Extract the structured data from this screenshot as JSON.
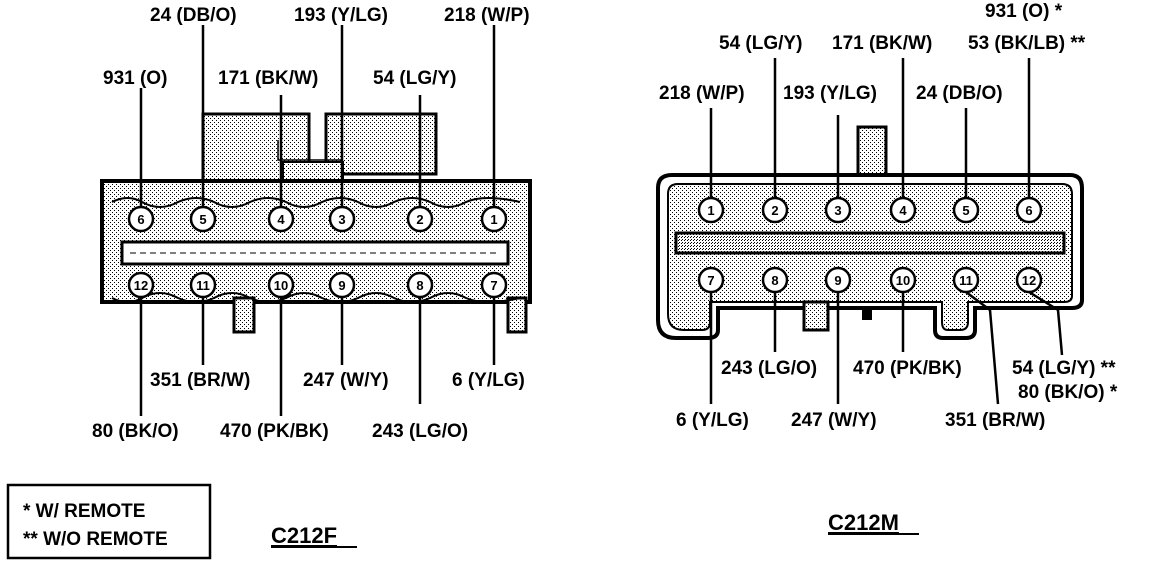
{
  "connectors": {
    "c212f": {
      "title": "C212F",
      "pins": [
        "6",
        "5",
        "4",
        "3",
        "2",
        "1",
        "12",
        "11",
        "10",
        "9",
        "8",
        "7"
      ],
      "labels": {
        "p1": "218 (W/P)",
        "p2": "54 (LG/Y)",
        "p3": "193 (Y/LG)",
        "p4": "171 (BK/W)",
        "p5": "24 (DB/O)",
        "p6": "931 (O)",
        "p7": "6 (Y/LG)",
        "p8": "243 (LG/O)",
        "p9": "247 (W/Y)",
        "p10": "470 (PK/BK)",
        "p11": "351 (BR/W)",
        "p12": "80 (BK/O)"
      }
    },
    "c212m": {
      "title": "C212M",
      "pins": [
        "1",
        "2",
        "3",
        "4",
        "5",
        "6",
        "7",
        "8",
        "9",
        "10",
        "11",
        "12"
      ],
      "labels": {
        "p1": "218 (W/P)",
        "p2": "54 (LG/Y)",
        "p3": "193 (Y/LG)",
        "p4": "171 (BK/W)",
        "p5": "24 (DB/O)",
        "p6a": "931 (O) *",
        "p6b": "53 (BK/LB) **",
        "p7": "6 (Y/LG)",
        "p8": "243 (LG/O)",
        "p9": "247 (W/Y)",
        "p10": "470 (PK/BK)",
        "p11": "351 (BR/W)",
        "p12a": "54 (LG/Y) **",
        "p12b": "80 (BK/O) *"
      }
    }
  },
  "legend": {
    "line1": "* W/ REMOTE",
    "line2": "** W/O REMOTE"
  }
}
